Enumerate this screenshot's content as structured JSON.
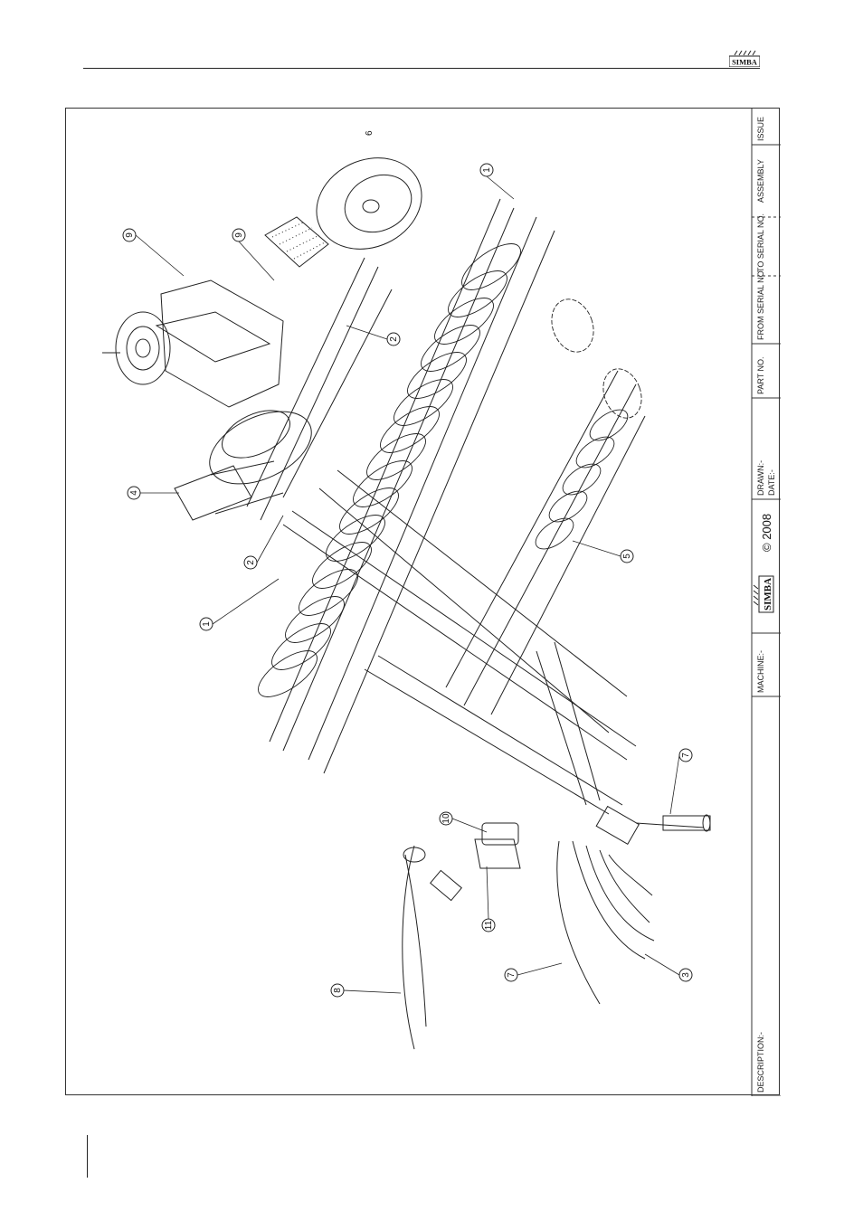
{
  "header": {
    "logo_text": "SIMBA"
  },
  "title_block": {
    "description_label": "DESCRIPTION:-",
    "machine_label": "MACHINE:-",
    "drawn_label": "DRAWN:-",
    "date_label": "DATE:-",
    "part_no_label": "PART NO.",
    "from_serial_label": "FROM SERIAL NO.",
    "to_serial_label": "TO SERIAL NO.",
    "assembly_label": "ASSEMBLY",
    "issue_label": "ISSUE",
    "logo_text": "SIMBA",
    "copyright": "© 2008"
  },
  "callouts": [
    "1",
    "1",
    "2",
    "2",
    "3",
    "4",
    "5",
    "6",
    "7",
    "7",
    "8",
    "9",
    "10",
    "11"
  ]
}
